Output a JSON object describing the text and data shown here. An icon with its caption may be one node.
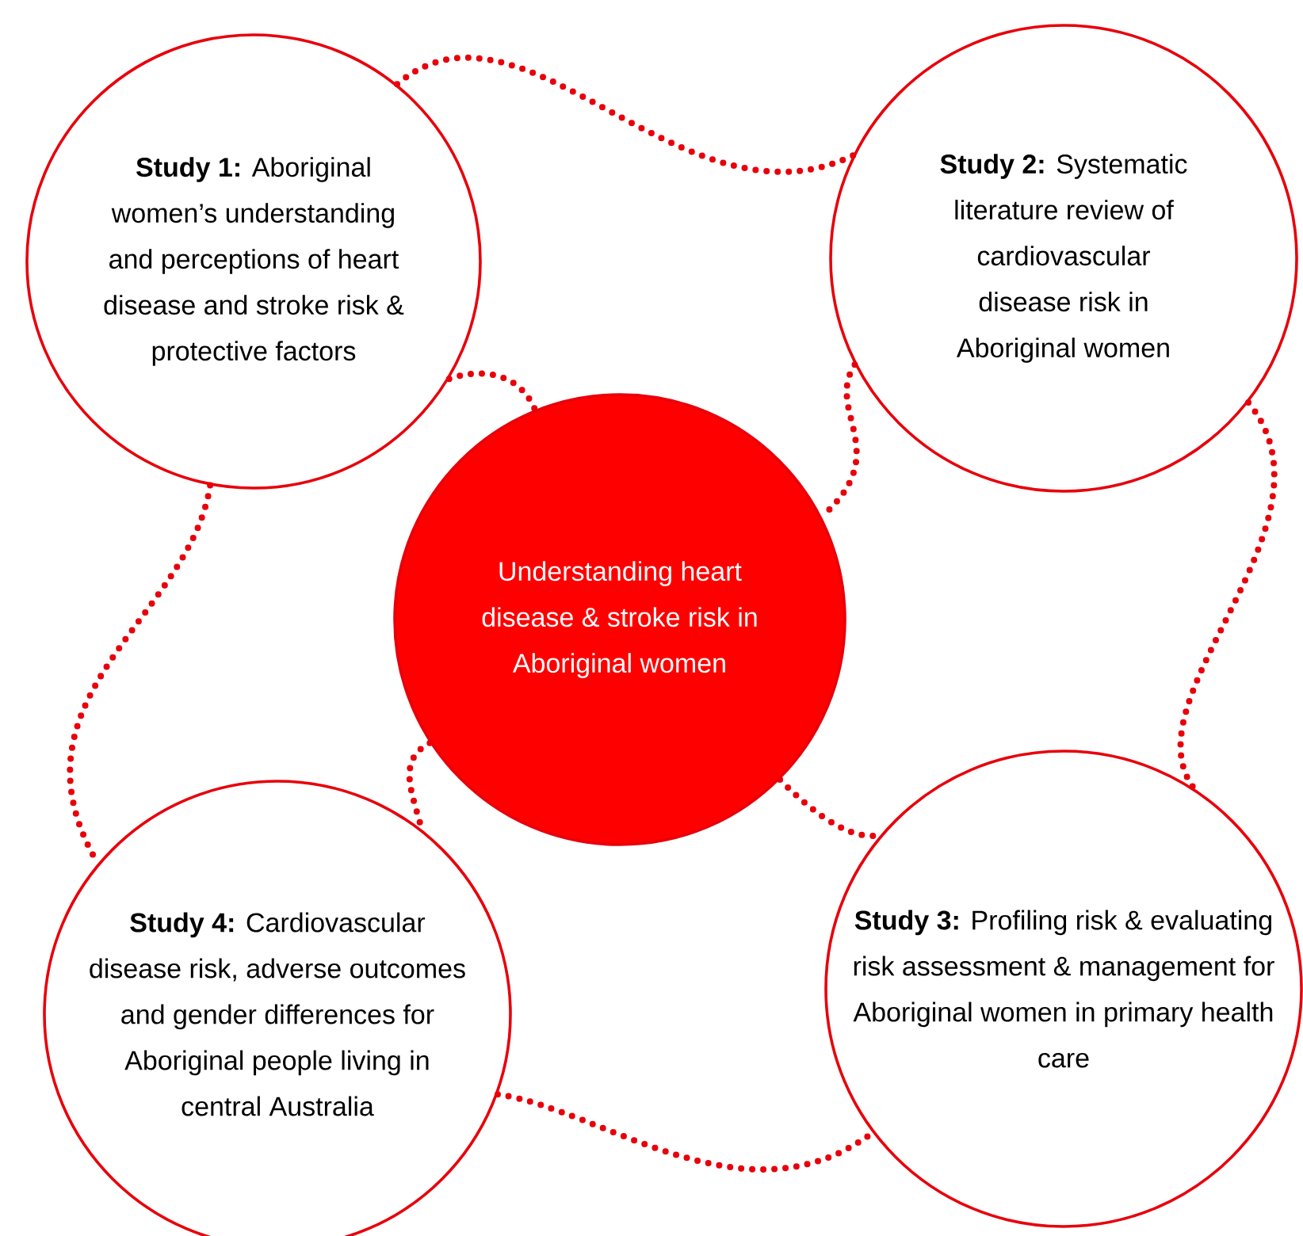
{
  "diagram": {
    "nodes": [
      {
        "text": [
          "**Study 1:** Aboriginal women’s understanding and perceptions of heart disease and stroke risk & protective factors"
        ]
      },
      {
        "text": [
          "**Study 2:** Systematic literature review of cardiovascular disease risk in Aboriginal women"
        ]
      },
      {
        "text": [
          "Understanding heart disease & stroke risk in Aboriginal women"
        ]
      },
      {
        "text": [
          "**Study 4:** Cardiovascular disease risk, adverse outcomes and gender differences for Aboriginal people living in central Australia"
        ]
      },
      {
        "text": [
          "**Study 3:** Profiling risk & evaluating risk assessment & management for Aboriginal women in primary health care"
        ]
      }
    ],
    "edges": [
      {
        "from": 0,
        "to": 1,
        "arrow": "none"
      },
      {
        "from": 0,
        "to": 2,
        "arrow": "none"
      },
      {
        "from": 1,
        "to": 2,
        "arrow": "none"
      },
      {
        "from": 0,
        "to": 3,
        "arrow": "none"
      },
      {
        "from": 1,
        "to": 4,
        "arrow": "none"
      },
      {
        "from": 2,
        "to": 3,
        "arrow": "none"
      },
      {
        "from": 2,
        "to": 4,
        "arrow": "none"
      },
      {
        "from": 3,
        "to": 4,
        "arrow": "none"
      }
    ]
  }
}
